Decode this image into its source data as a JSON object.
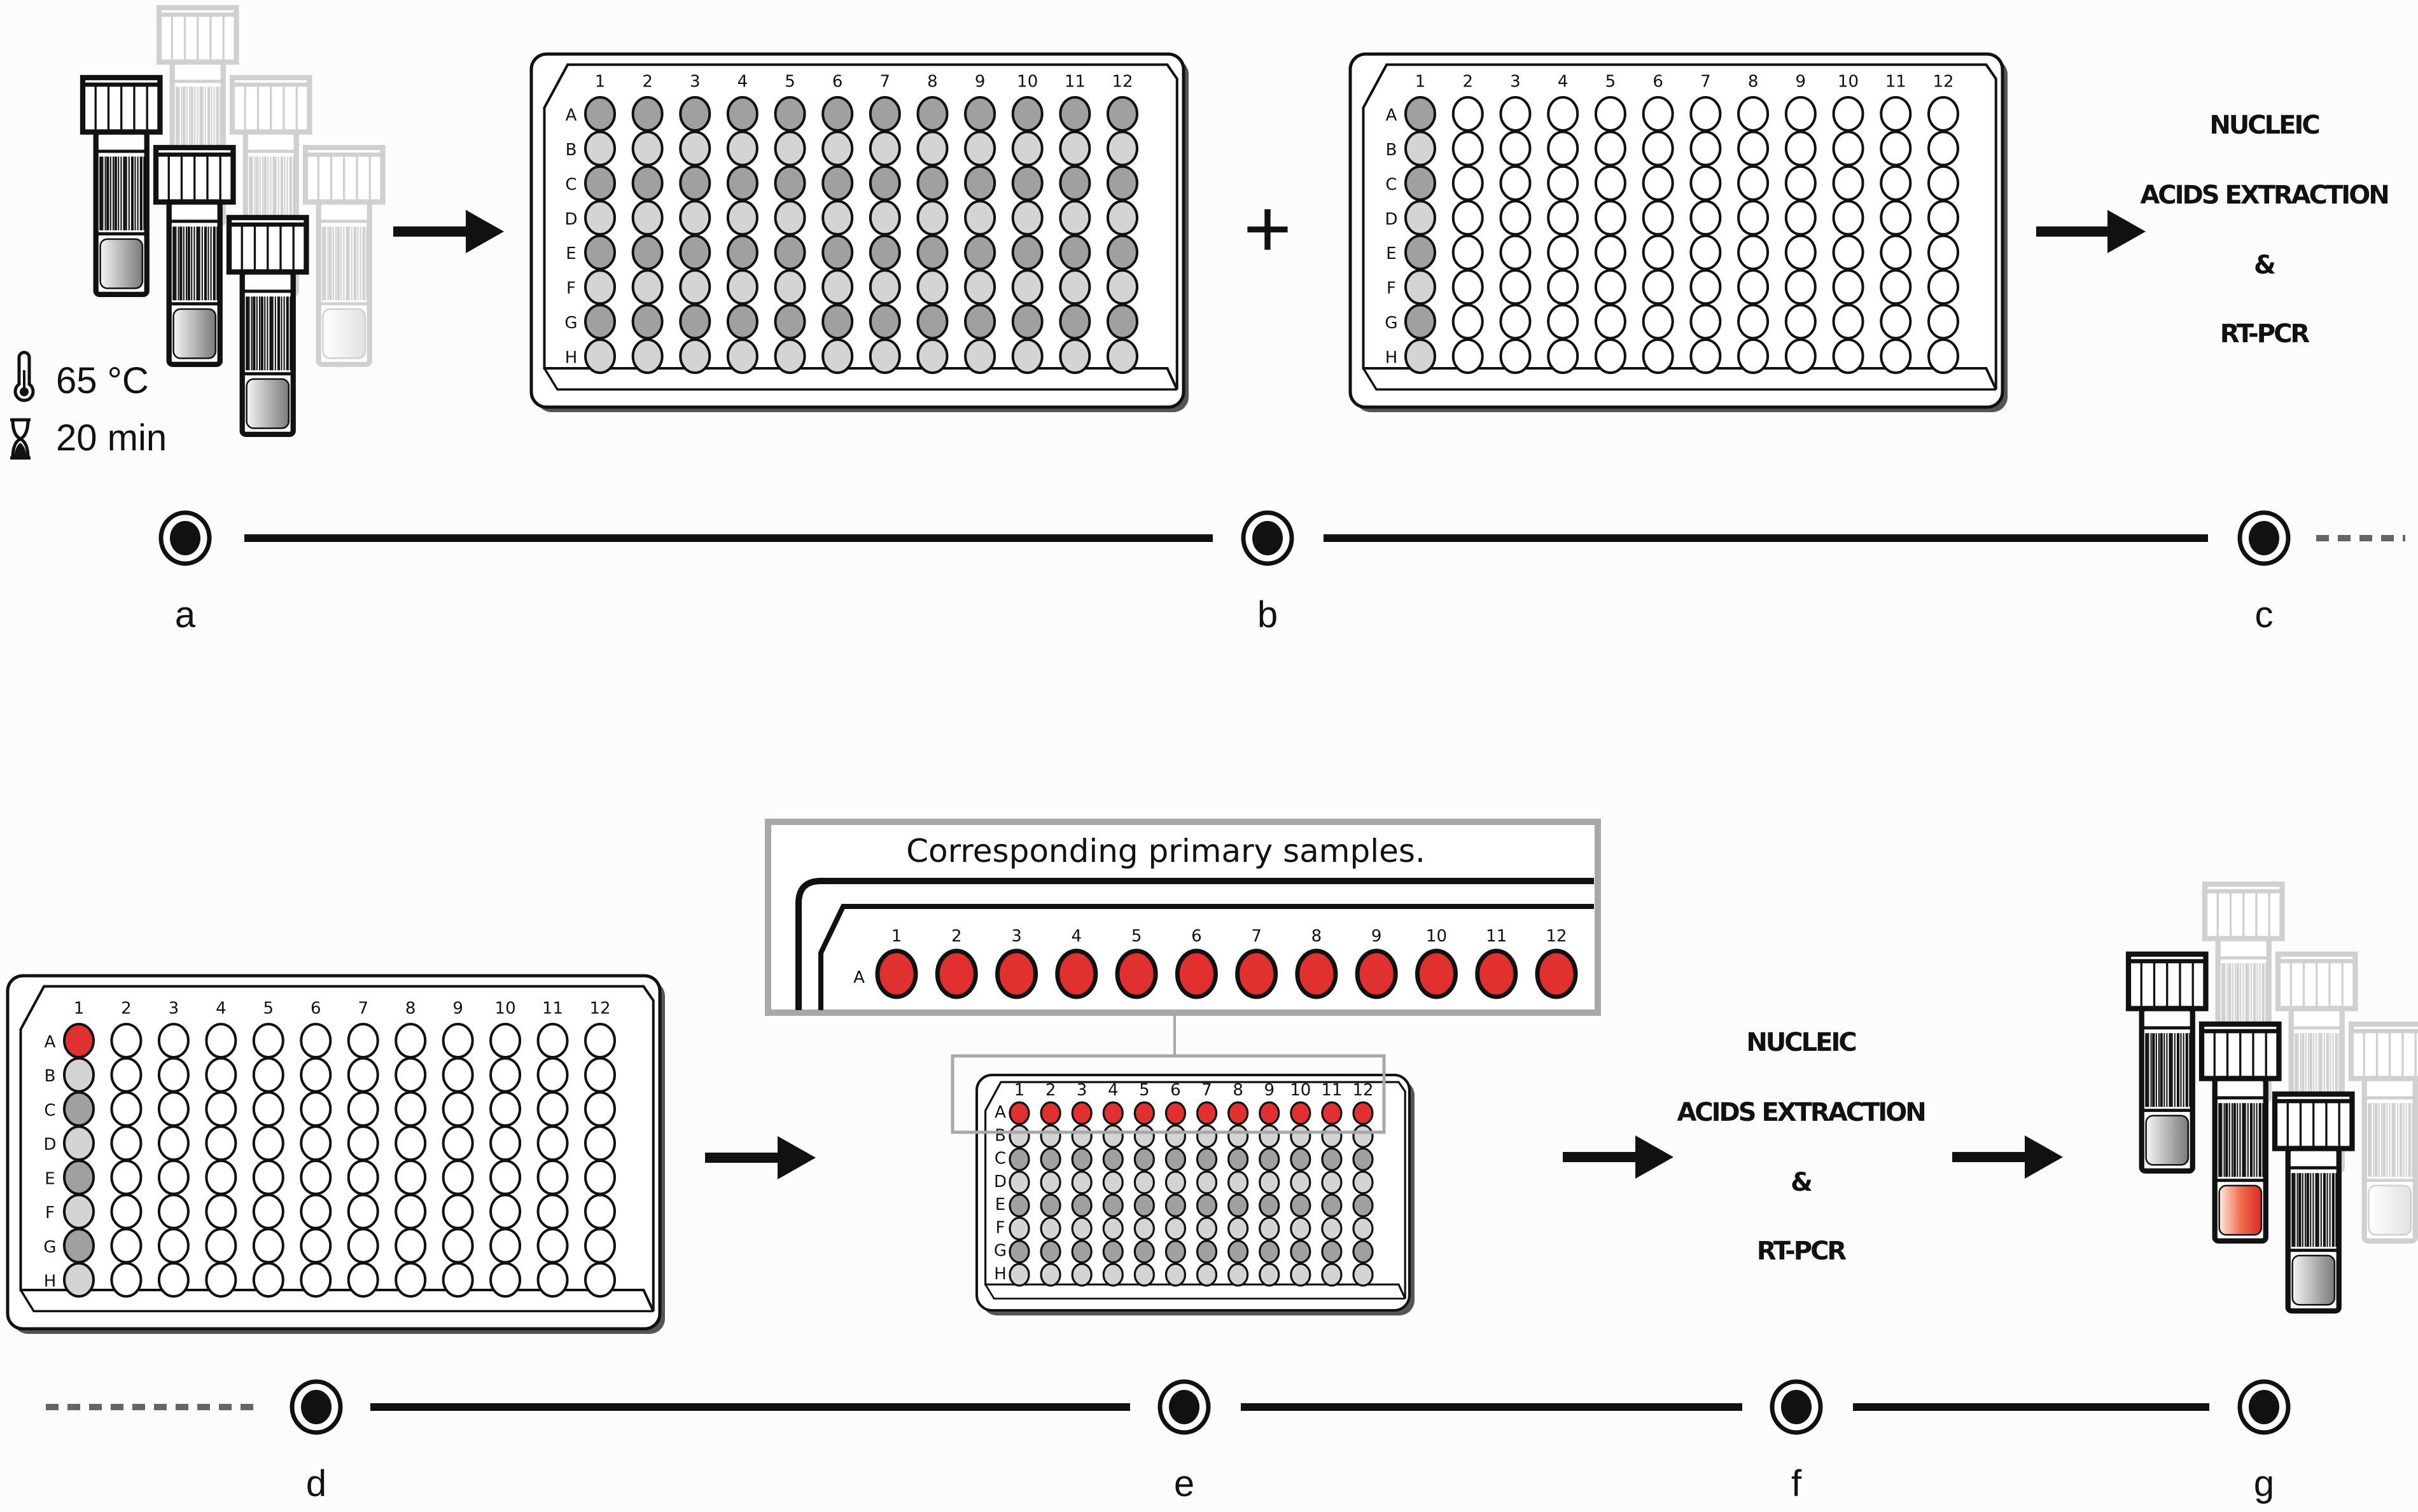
{
  "figure": {
    "colors": {
      "well_dark": "#a0a0a0",
      "well_light": "#d4d4d4",
      "well_empty": "#ffffff",
      "well_positive": "#e03030",
      "outline": "#111111",
      "faded": "#d0d0d0",
      "callout_border": "#a8a8a8",
      "dashed": "#666666"
    },
    "plate_columns": [
      "1",
      "2",
      "3",
      "4",
      "5",
      "6",
      "7",
      "8",
      "9",
      "10",
      "11",
      "12"
    ],
    "plate_rows": [
      "A",
      "B",
      "C",
      "D",
      "E",
      "F",
      "G",
      "H"
    ],
    "conditions": {
      "temperature": "65 °C",
      "duration": "20 min"
    },
    "plus_sign": "+",
    "steps": {
      "top": [
        {
          "id": "a",
          "label": "a"
        },
        {
          "id": "b",
          "label": "b"
        },
        {
          "id": "c",
          "label": "c"
        }
      ],
      "bottom": [
        {
          "id": "d",
          "label": "d"
        },
        {
          "id": "e",
          "label": "e"
        },
        {
          "id": "f",
          "label": "f"
        },
        {
          "id": "g",
          "label": "g"
        }
      ]
    },
    "process_text": {
      "line1": "NUCLEIC",
      "line2": "ACIDS EXTRACTION",
      "line3": "&",
      "line4": "RT-PCR"
    },
    "callout": {
      "title": "Corresponding primary samples.",
      "row": "A"
    },
    "plates": {
      "b": {
        "pattern": "alternating_full",
        "row_fill": [
          "dark",
          "light",
          "dark",
          "light",
          "dark",
          "light",
          "dark",
          "light"
        ]
      },
      "c": {
        "pattern": "pool_column1",
        "col1_fill": [
          "dark",
          "light",
          "dark",
          "light",
          "dark",
          "light",
          "dark",
          "light"
        ]
      },
      "d": {
        "pattern": "pool_column1_positive",
        "col1_fill": [
          "positive",
          "light",
          "dark",
          "light",
          "dark",
          "light",
          "dark",
          "light"
        ]
      },
      "e": {
        "pattern": "rowA_positive",
        "row_fill": [
          "positive",
          "light",
          "dark",
          "light",
          "dark",
          "light",
          "dark",
          "light"
        ]
      }
    },
    "tubes": {
      "a": {
        "front": [
          "gray",
          "gray",
          "gray"
        ],
        "faded": 3
      },
      "g": {
        "front": [
          "gray",
          "red",
          "gray"
        ],
        "faded": 3
      }
    }
  }
}
